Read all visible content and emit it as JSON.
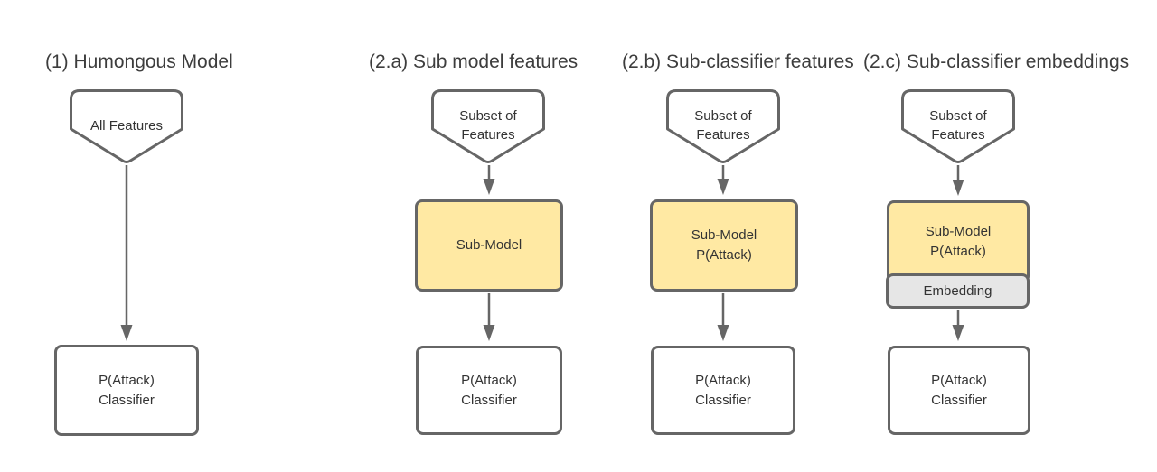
{
  "diagram": {
    "colors": {
      "line": "#666666",
      "node_fill": "#ffffff",
      "submodel_fill": "#ffe9a3",
      "embedding_fill": "#e6e6e6",
      "title_text": "#3d3d3d",
      "node_text": "#333333"
    },
    "columns": [
      {
        "title": "(1) Humongous Model",
        "input_label": [
          "All Features"
        ],
        "classifier_label": [
          "P(Attack)",
          "Classifier"
        ]
      },
      {
        "title": "(2.a) Sub model features",
        "input_label": [
          "Subset of",
          "Features"
        ],
        "submodel_label": [
          "Sub-Model"
        ],
        "classifier_label": [
          "P(Attack)",
          "Classifier"
        ]
      },
      {
        "title": "(2.b) Sub-classifier features",
        "input_label": [
          "Subset of",
          "Features"
        ],
        "submodel_label": [
          "Sub-Model",
          "P(Attack)"
        ],
        "classifier_label": [
          "P(Attack)",
          "Classifier"
        ]
      },
      {
        "title": "(2.c) Sub-classifier embeddings",
        "input_label": [
          "Subset of",
          "Features"
        ],
        "submodel_label": [
          "Sub-Model",
          "P(Attack)"
        ],
        "embedding_label": "Embedding",
        "classifier_label": [
          "P(Attack)",
          "Classifier"
        ]
      }
    ]
  }
}
